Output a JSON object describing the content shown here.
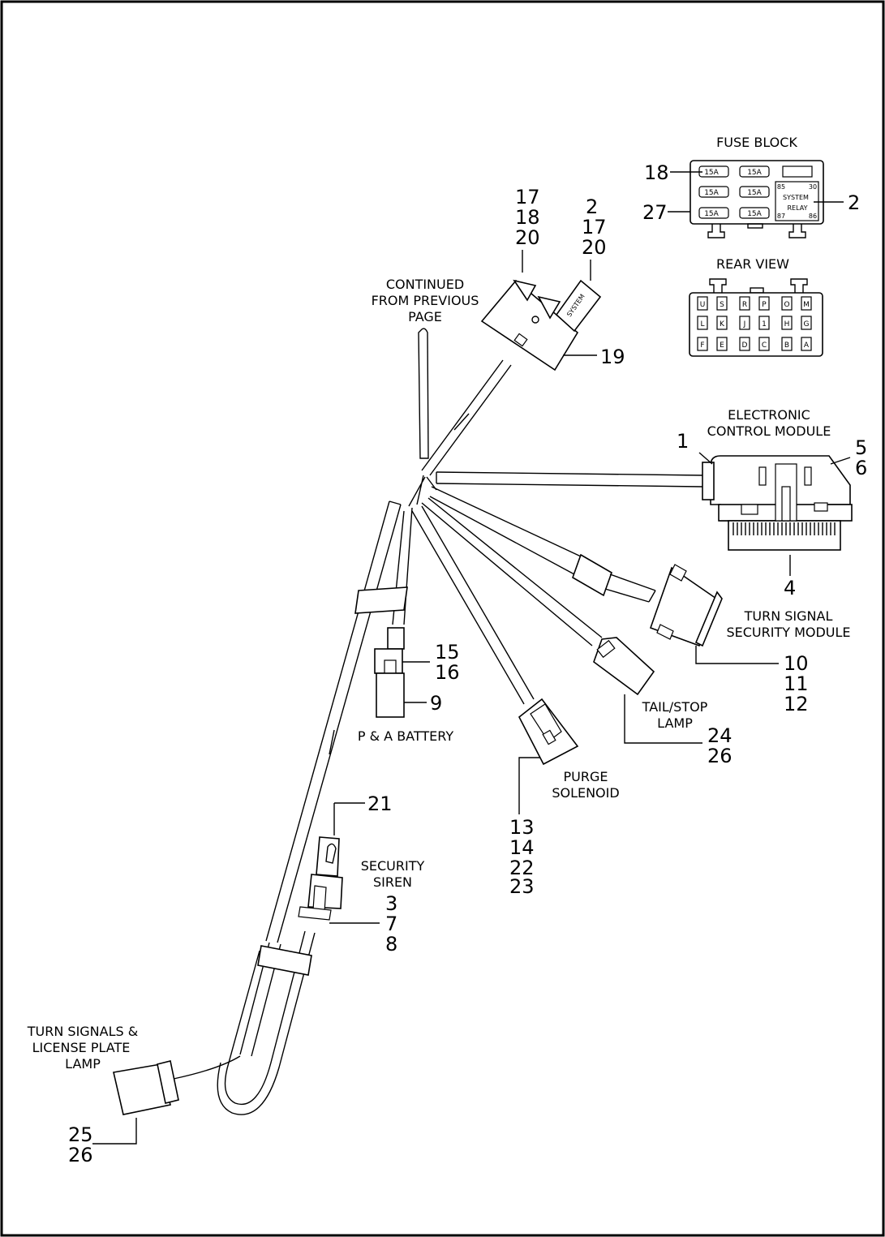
{
  "labels": {
    "fuse_block": "FUSE BLOCK",
    "rear_view": "REAR VIEW",
    "continued": [
      "CONTINUED",
      "FROM PREVIOUS",
      "PAGE"
    ],
    "ecm": [
      "ELECTRONIC",
      "CONTROL MODULE"
    ],
    "tssm": [
      "TURN SIGNAL",
      "SECURITY MODULE"
    ],
    "battery": "P & A BATTERY",
    "tail_stop": [
      "TAIL/STOP",
      "LAMP"
    ],
    "purge": [
      "PURGE",
      "SOLENOID"
    ],
    "siren": [
      "SECURITY",
      "SIREN"
    ],
    "turn_signals": [
      "TURN SIGNALS &",
      "LICENSE PLATE",
      "LAMP"
    ]
  },
  "callouts": {
    "c_17_18_20": [
      "17",
      "18",
      "20"
    ],
    "c_2_17_20": [
      "2",
      "17",
      "20"
    ],
    "c_19": "19",
    "c_fuse_18": "18",
    "c_fuse_27": "27",
    "c_fuse_2": "2",
    "c_1": "1",
    "c_5_6": [
      "5",
      "6"
    ],
    "c_4": "4",
    "c_10_11_12": [
      "10",
      "11",
      "12"
    ],
    "c_15_16": [
      "15",
      "16"
    ],
    "c_9": "9",
    "c_24_26": [
      "24",
      "26"
    ],
    "c_13_14_22_23": [
      "13",
      "14",
      "22",
      "23"
    ],
    "c_21": "21",
    "c_3_7_8": [
      "3",
      "7",
      "8"
    ],
    "c_25_26": [
      "25",
      "26"
    ]
  },
  "fuse_block": {
    "fuses": [
      "15A",
      "15A",
      "15A",
      "15A",
      "15A",
      "15A"
    ],
    "relay_text": [
      "SYSTEM",
      "RELAY"
    ],
    "relay_pins": [
      "85",
      "30",
      "87",
      "86"
    ]
  },
  "rear_view": {
    "rows": [
      [
        "U",
        "S",
        "R",
        "P",
        "O",
        "M"
      ],
      [
        "L",
        "K",
        "J",
        "1",
        "H",
        "G"
      ],
      [
        "F",
        "E",
        "D",
        "C",
        "B",
        "A"
      ]
    ]
  },
  "connector_text": "SYSTEM"
}
